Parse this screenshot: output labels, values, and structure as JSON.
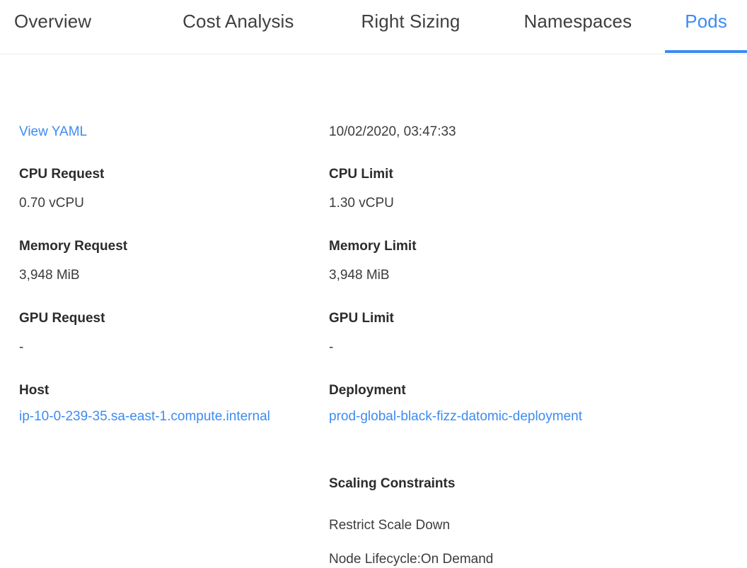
{
  "tabs": [
    {
      "label": "Overview",
      "active": false
    },
    {
      "label": "Cost Analysis",
      "active": false
    },
    {
      "label": "Right Sizing",
      "active": false
    },
    {
      "label": "Namespaces",
      "active": false
    },
    {
      "label": "Pods",
      "active": true
    }
  ],
  "colors": {
    "accent": "#3d8bf2",
    "link": "#3d8bf2",
    "label_text": "#2b2b2b",
    "value_text": "#3c3c3c",
    "tab_text": "#3f3f3f",
    "divider": "#ececec",
    "background": "#ffffff"
  },
  "details": {
    "view_yaml_label": "View YAML",
    "timestamp": "10/02/2020, 03:47:33",
    "cpu_request": {
      "label": "CPU Request",
      "value": "0.70 vCPU"
    },
    "cpu_limit": {
      "label": "CPU Limit",
      "value": "1.30 vCPU"
    },
    "memory_request": {
      "label": "Memory Request",
      "value": "3,948 MiB"
    },
    "memory_limit": {
      "label": "Memory Limit",
      "value": "3,948 MiB"
    },
    "gpu_request": {
      "label": "GPU Request",
      "value": "-"
    },
    "gpu_limit": {
      "label": "GPU Limit",
      "value": "-"
    },
    "host": {
      "label": "Host",
      "value": "ip-10-0-239-35.sa-east-1.compute.internal"
    },
    "deployment": {
      "label": "Deployment",
      "value": "prod-global-black-fizz-datomic-deployment"
    },
    "scaling_constraints": {
      "label": "Scaling Constraints",
      "items": [
        "Restrict Scale Down",
        "Node Lifecycle:On Demand"
      ]
    }
  }
}
